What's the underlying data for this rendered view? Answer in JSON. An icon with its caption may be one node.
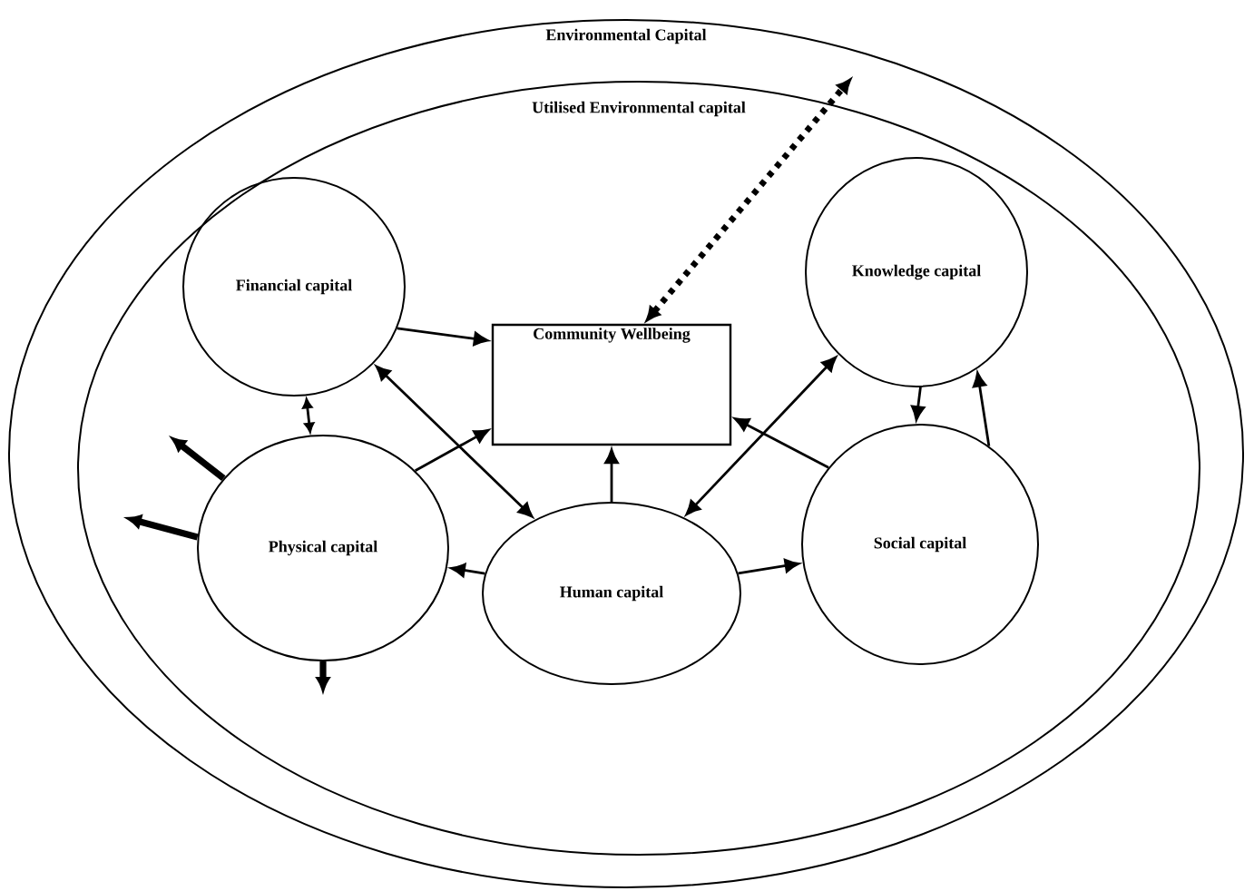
{
  "diagram": {
    "nodes": [
      {
        "text": [
          "Environmental Capital"
        ]
      },
      {
        "text": [
          "Utilised Environmental capital"
        ],
        "in": 0
      },
      {
        "text": [
          "Financial capital"
        ],
        "in": 1
      },
      {
        "text": [
          "Community Wellbeing"
        ],
        "in": 1
      },
      {
        "text": [
          "Knowledge capital"
        ],
        "in": 1
      },
      {
        "text": [
          "Physical capital"
        ],
        "in": 1
      },
      {
        "text": [
          "Human capital"
        ],
        "in": 1
      },
      {
        "text": [
          "Social capital"
        ],
        "in": 1
      }
    ],
    "edges": [
      {
        "from": 2,
        "to": 3,
        "arrow": "to"
      },
      {
        "from": 5,
        "to": 2,
        "arrow": "both"
      },
      {
        "from": 2,
        "to": 6,
        "arrow": "both"
      },
      {
        "from": 5,
        "to": 3,
        "arrow": "to"
      },
      {
        "from": 6,
        "to": 3,
        "arrow": "to"
      },
      {
        "from": 6,
        "to": 5,
        "arrow": "to"
      },
      {
        "from": 6,
        "to": 7,
        "arrow": "to"
      },
      {
        "from": 7,
        "to": 3,
        "arrow": "to"
      },
      {
        "from": 6,
        "to": 4,
        "arrow": "both"
      },
      {
        "from": 4,
        "to": 7,
        "arrow": "to"
      },
      {
        "from": 7,
        "to": 4,
        "arrow": "to"
      },
      {
        "from": 3,
        "to": null,
        "arrow": "both",
        "style": "dashed"
      },
      {
        "from": 5,
        "to": null,
        "arrow": "to",
        "style": "thick"
      },
      {
        "from": 5,
        "to": null,
        "arrow": "to",
        "style": "thick"
      },
      {
        "from": 5,
        "to": null,
        "arrow": "to",
        "style": "thick"
      }
    ]
  }
}
